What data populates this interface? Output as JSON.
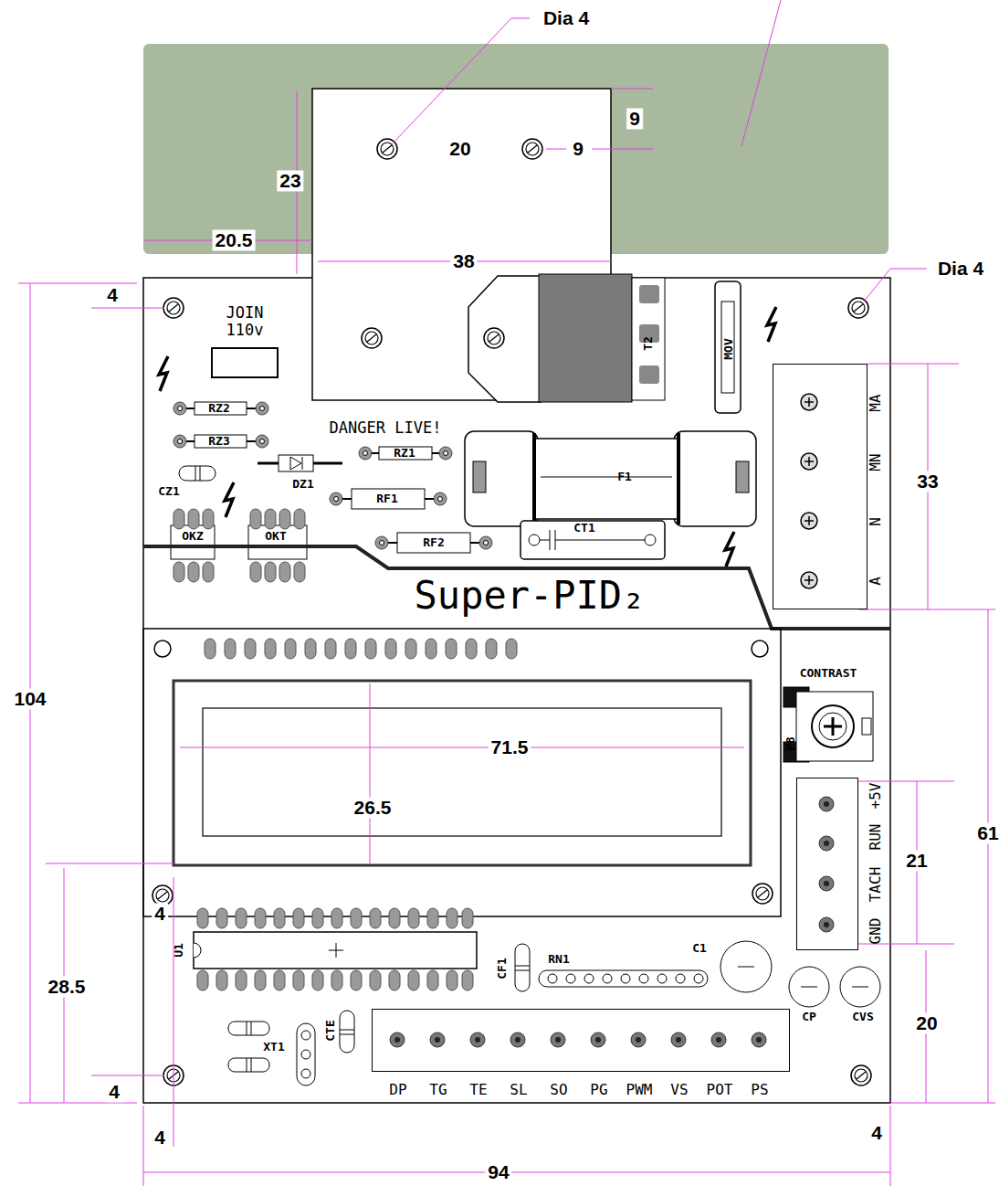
{
  "diagram": {
    "nodes": [
      {
        "text": [
          "MA",
          "MN",
          "N",
          "A"
        ]
      },
      {
        "text": [
          "+5V",
          "RUN",
          "TACH",
          "GND"
        ]
      },
      {
        "text": [
          "DP",
          "TG",
          "TE",
          "SL",
          "SO",
          "PG",
          "PWM",
          "VS",
          "POT",
          "PS"
        ]
      }
    ],
    "labels": [
      "Dia 4",
      "9",
      "20",
      "9",
      "23",
      "20.5",
      "38",
      "Dia 4",
      "4",
      "JOIN 110v",
      "DANGER LIVE!",
      "RZ2",
      "RZ3",
      "RZ1",
      "DZ1",
      "CZ1",
      "RF1",
      "RF2",
      "F1",
      "CT1",
      "OKZ",
      "OKT",
      "T2",
      "MOV",
      "Super-PID₂",
      "104",
      "33",
      "61",
      "71.5",
      "26.5",
      "CONTRAST",
      "P8",
      "21",
      "28.5",
      "4",
      "U1",
      "CF1",
      "RN1",
      "C1",
      "20",
      "CP",
      "CVS",
      "XT1",
      "CTE",
      "4",
      "4",
      "4",
      "94"
    ]
  }
}
